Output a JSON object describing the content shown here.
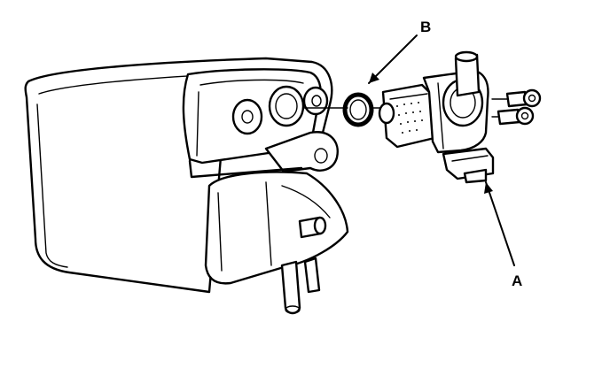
{
  "diagram": {
    "callouts": [
      {
        "id": "B",
        "text": "B",
        "target": "o-ring"
      },
      {
        "id": "A",
        "text": "A",
        "target": "valve-body"
      }
    ]
  }
}
